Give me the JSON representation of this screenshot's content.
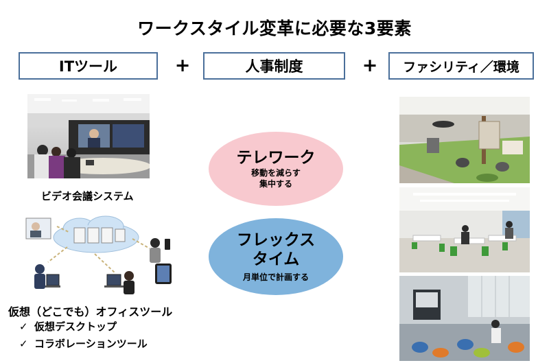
{
  "title": "ワークスタイル変革に必要な3要素",
  "elements": [
    {
      "label": "ITツール"
    },
    {
      "label": "人事制度"
    },
    {
      "label": "ファシリティ／環境"
    }
  ],
  "plus_sign": "+",
  "it_tools": {
    "video_caption": "ビデオ会議システム",
    "virtual_caption": "仮想（どこでも）オフィスツール",
    "check_mark": "✓",
    "items": [
      "仮想デスクトップ",
      "コラボレーションツール"
    ]
  },
  "hr_systems": [
    {
      "title_lines": [
        "テレワーク"
      ],
      "subtitle_lines": [
        "移動を減らす",
        "集中する"
      ],
      "color": "#f8c9cf"
    },
    {
      "title_lines": [
        "フレックス",
        "タイム"
      ],
      "subtitle_lines": [
        "月単位で計画する"
      ],
      "color": "#7fb3dc"
    }
  ],
  "colors": {
    "box_border": "#4a6f9a",
    "cloud": "#cfe3f5",
    "arrow": "#c9b37a"
  }
}
